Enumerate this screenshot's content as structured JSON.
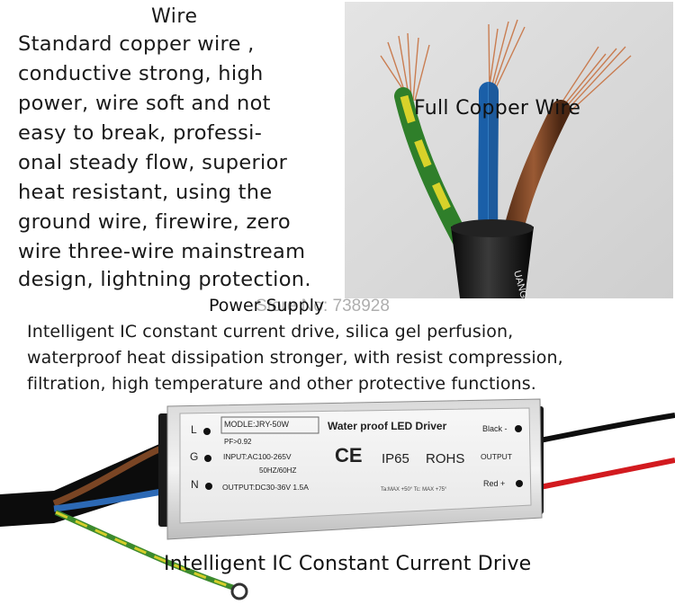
{
  "wire": {
    "title": "Wire",
    "lines": [
      "Standard copper wire ,",
      "conductive strong, high",
      "power, wire soft and not",
      "easy to break, professi-",
      "onal steady flow, superior",
      "heat resistant, using the",
      "ground wire, firewire, zero",
      "wire three-wire mainstream",
      "design, lightning protection."
    ],
    "photo_label": "Full Copper Wire",
    "cable_print": "UANG"
  },
  "power_supply": {
    "title": "Power Supply",
    "watermark": "Store No: 738928",
    "lines": [
      "Intelligent IC constant current drive, silica gel perfusion,",
      "waterproof heat dissipation stronger, with resist compression,",
      "filtration, high temperature and other protective functions."
    ]
  },
  "driver": {
    "terminal_l": "L",
    "terminal_g": "G",
    "terminal_n": "N",
    "model": "MODLE:JRY-50W",
    "pf": "PF>0.92",
    "input": "INPUT:AC100-265V",
    "freq": "50HZ/60HZ",
    "output": "OUTPUT:DC30-36V 1.5A",
    "brand": "Water proof LED Driver",
    "ce": "CE",
    "ip": "IP65",
    "rohs": "ROHS",
    "black": "Black -",
    "output_label": "OUTPUT",
    "red": "Red +",
    "temp": "Ta:MAX +50° Tc: MAX +75°",
    "caption": "Intelligent IC Constant Current Drive"
  }
}
